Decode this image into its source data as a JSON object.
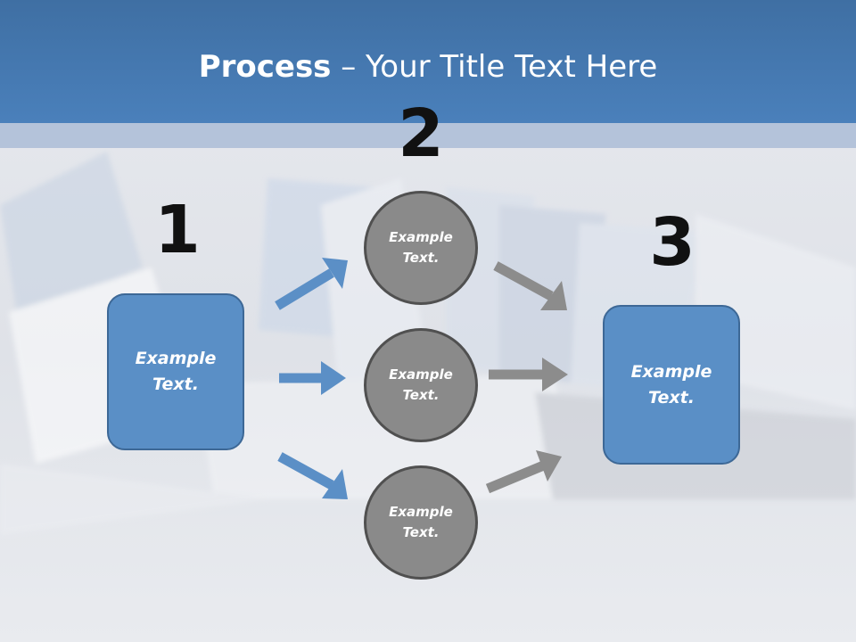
{
  "title": {
    "bold": "Process",
    "rest": " – Your Title Text Here"
  },
  "steps": {
    "one": "1",
    "two": "2",
    "three": "3"
  },
  "left_box": {
    "line1": "Example",
    "line2": "Text."
  },
  "right_box": {
    "line1": "Example",
    "line2": "Text."
  },
  "circles": [
    {
      "line1": "Example",
      "line2": "Text."
    },
    {
      "line1": "Example",
      "line2": "Text."
    },
    {
      "line1": "Example",
      "line2": "Text."
    }
  ],
  "colors": {
    "header": "#4a80bb",
    "box_fill": "#5a8fc6",
    "circle_fill": "#8a8a8a",
    "blue_arrow": "#5b8fc6",
    "gray_arrow": "#8c8c8c"
  }
}
